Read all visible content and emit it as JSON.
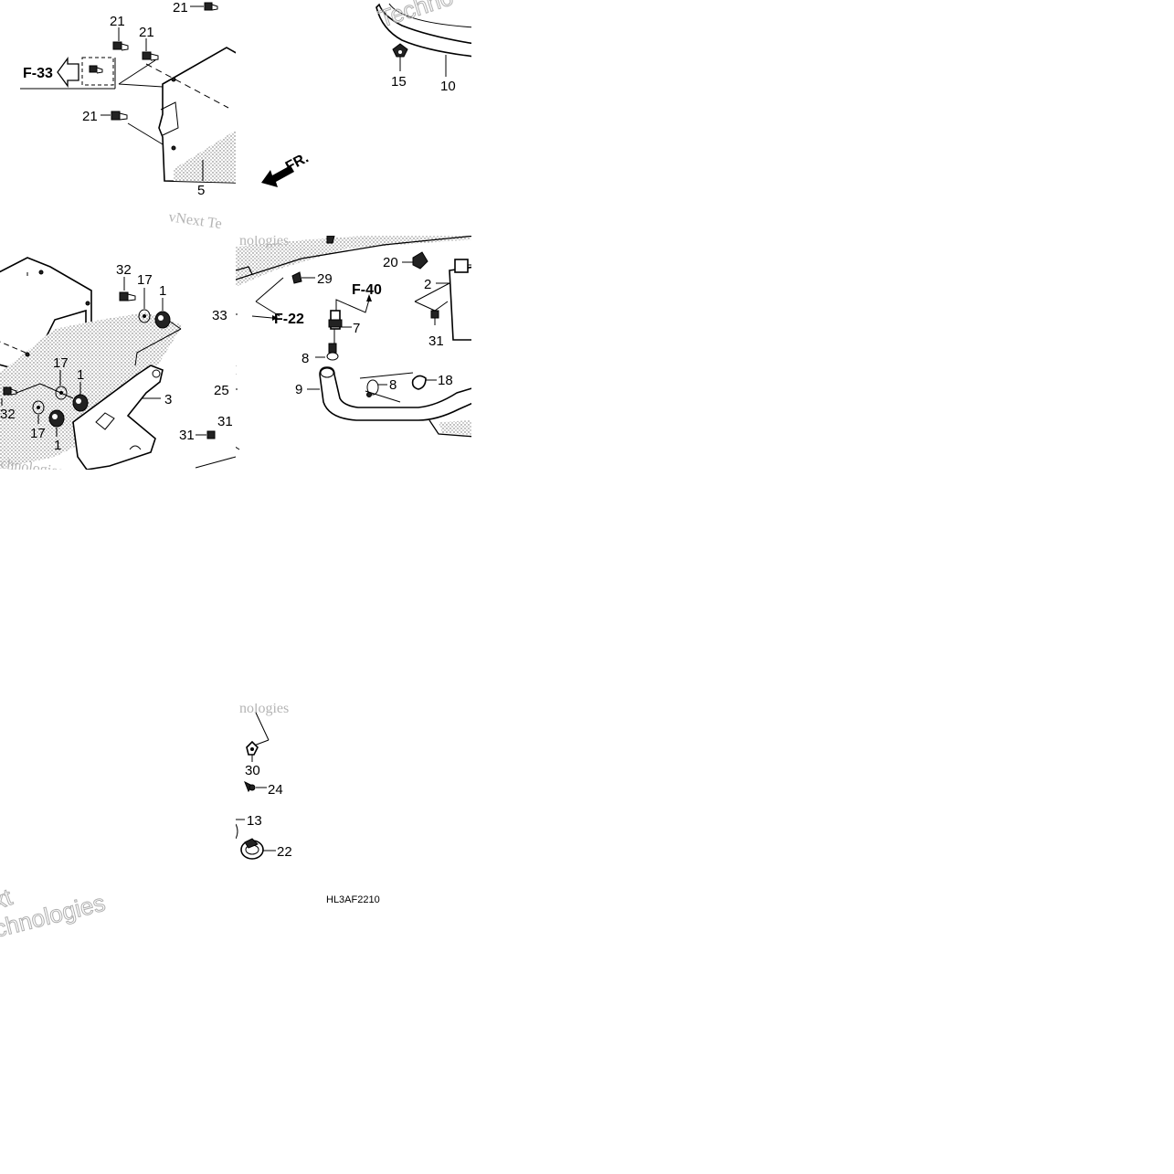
{
  "diagram": {
    "part_callouts": {
      "top_left_a": "21",
      "top_left_b": "21",
      "top_left_c": "21",
      "top_left_d": "21",
      "cover": "5",
      "clip_15": "15",
      "pipe_10": "10",
      "bracket_32a": "32",
      "washer_17a": "17",
      "rubber_1a": "1",
      "washer_17b": "17",
      "rubber_1b": "1",
      "bracket_3": "3",
      "bolt_32b": "32",
      "washer_17c": "17",
      "rubber_1c": "1",
      "bolt_33": "33",
      "bolt_25": "25",
      "bolt_31a": "31",
      "bolt_31b": "31",
      "clip_20": "20",
      "canister_2": "2",
      "clip_29": "29",
      "sensor_7": "7",
      "oring_8a": "8",
      "oring_8b": "8",
      "clamp_18": "18",
      "hose_9": "9",
      "bolt_31c": "31",
      "clip_30": "30",
      "bolt_24": "24",
      "part_13": "13",
      "clamp_22": "22"
    },
    "references": {
      "f33": "F-33",
      "f22": "F-22",
      "f40": "F-40"
    },
    "direction_label": "FR.",
    "diagram_code": "HL3AF2210",
    "watermarks": {
      "wm_1": "vNext Te",
      "wm_2": "Techno",
      "wm_3": "nologies",
      "wm_4": "chnologies",
      "wm_5": "nologies",
      "wm_6": "xt",
      "wm_7": "chnologies"
    },
    "colors": {
      "line": "#000000",
      "background": "#ffffff",
      "watermark": "#b5b5b5"
    }
  }
}
